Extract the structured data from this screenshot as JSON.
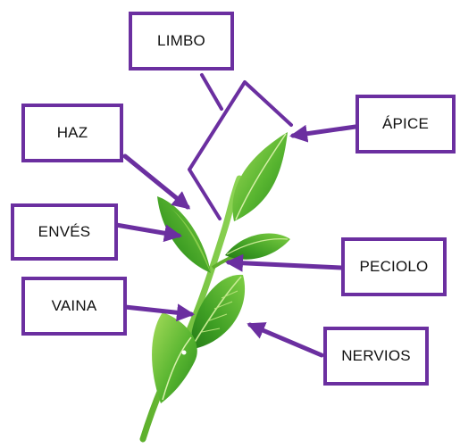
{
  "labels": {
    "limbo": "LIMBO",
    "haz": "HAZ",
    "envés": "ENVÉS",
    "vaina": "VAINA",
    "apice": "ÁPICE",
    "peciolo": "PECIOLO",
    "nervios": "NERVIOS"
  },
  "colors": {
    "border": "#6b2fa0",
    "arrow": "#6b2fa0",
    "leaf_dark": "#2f8f1e",
    "leaf_light": "#8fd14f",
    "stem": "#5fae2c"
  }
}
